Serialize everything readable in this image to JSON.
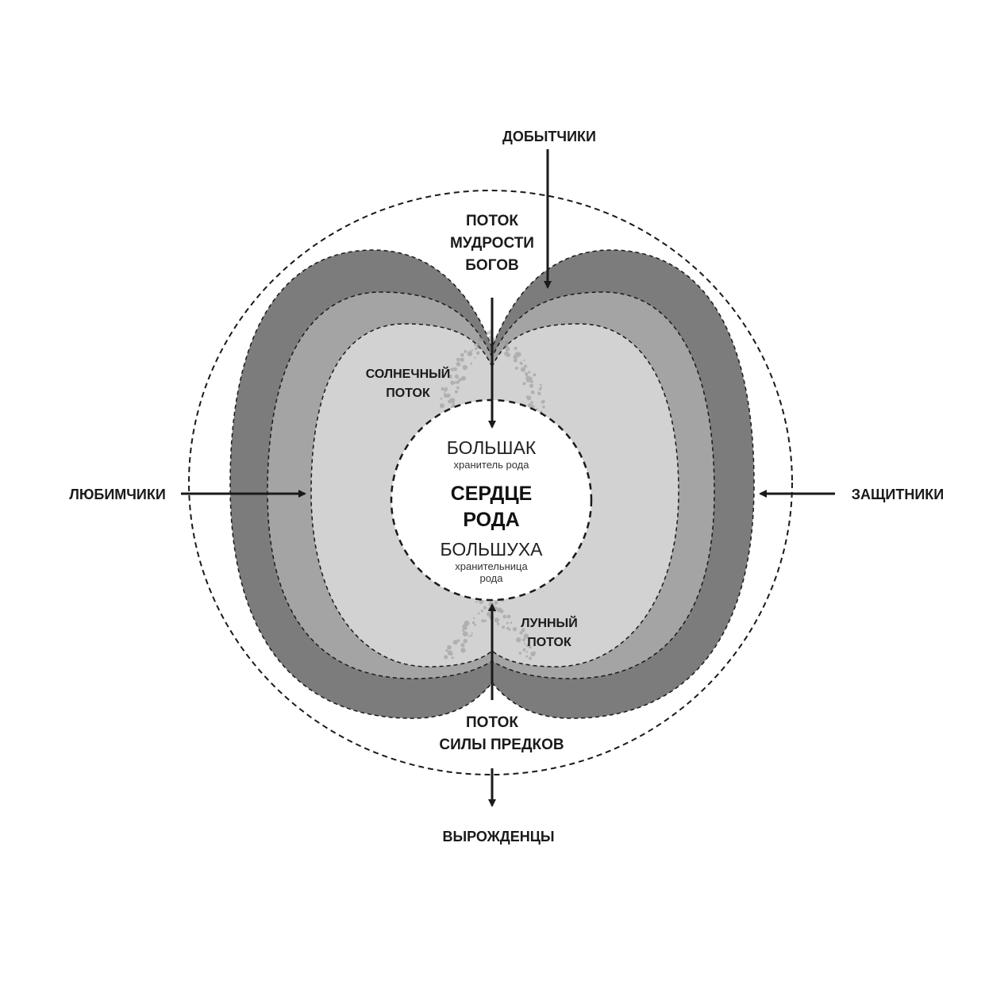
{
  "labels": {
    "top": "ДОБЫТЧИКИ",
    "left": "ЛЮБИМЧИКИ",
    "right": "ЗАЩИТНИКИ",
    "bottom": "ВЫРОЖДЕНЦЫ",
    "wisdom_line1": "ПОТОК",
    "wisdom_line2": "МУДРОСТИ",
    "wisdom_line3": "БОГОВ",
    "solar_line1": "СОЛНЕЧНЫЙ",
    "solar_line2": "ПОТОК",
    "lunar_line1": "ЛУННЫЙ",
    "lunar_line2": "ПОТОК",
    "ancestors_line1": "ПОТОК",
    "ancestors_line2": "СИЛЫ ПРЕДКОВ"
  },
  "center": {
    "bolshak": "БОЛЬШАК",
    "bolshak_sub": "хранитель рода",
    "heart_line1": "СЕРДЦЕ",
    "heart_line2": "РОДА",
    "bolshukha": "БОЛЬШУХА",
    "bolshukha_sub_line1": "хранительница",
    "bolshukha_sub_line2": "рода"
  },
  "colors": {
    "outer_layer": "#7c7c7c",
    "middle_layer": "#a4a4a4",
    "inner_layer": "#d2d2d2",
    "arrows": "#1a1a1a"
  }
}
